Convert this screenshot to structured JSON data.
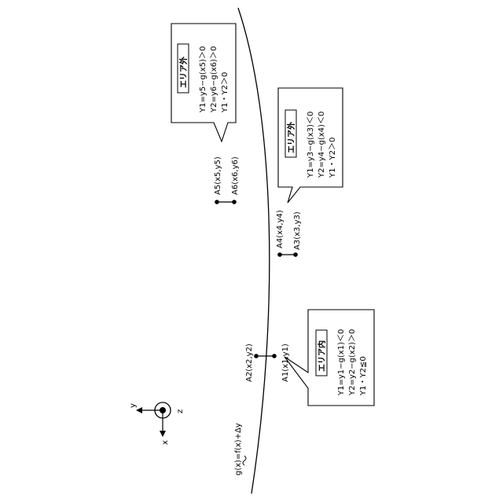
{
  "curve_label": "g(x)=f(x)+Δy",
  "axes": {
    "x": "x",
    "y": "y",
    "z": "z"
  },
  "points": {
    "a1": "A1(x1,y1)",
    "a2": "A2(x2,y2)",
    "a3": "A3(x3,y3)",
    "a4": "A4(x4,y4)",
    "a5": "A5(x5,y5)",
    "a6": "A6(x6,y6)"
  },
  "callouts": {
    "inside": {
      "title": "エリア内",
      "lines": [
        "Y1=y1−g(x1)＜0",
        "Y2=y2−g(x2)＞0",
        "Y1・Y2≦0"
      ]
    },
    "outside_a": {
      "title": "エリア外",
      "lines": [
        "Y1=y3−g(x3)＜0",
        "Y2=y4−g(x4)＜0",
        "Y1・Y2＞0"
      ]
    },
    "outside_b": {
      "title": "エリア外",
      "lines": [
        "Y1=y5−g(x5)＞0",
        "Y2=y6−g(x6)＞0",
        "Y1・Y2＞0"
      ]
    }
  }
}
